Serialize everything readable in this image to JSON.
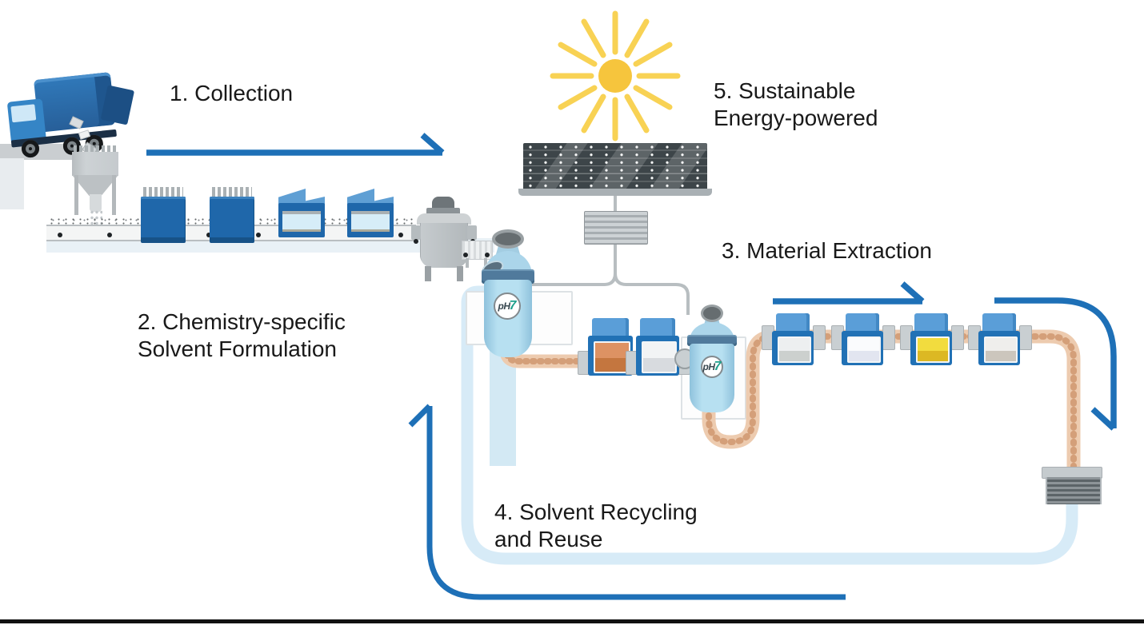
{
  "diagram": {
    "steps": [
      {
        "line1": "1. Collection",
        "line2": ""
      },
      {
        "line1": "2. Chemistry-specific",
        "line2": "Solvent Formulation"
      },
      {
        "line1": "3. Material Extraction",
        "line2": ""
      },
      {
        "line1": "4. Solvent Recycling",
        "line2": "and Reuse"
      },
      {
        "line1": "5. Sustainable",
        "line2": "Energy-powered"
      }
    ],
    "tank_logo": {
      "ph": "pH",
      "seven": "7"
    },
    "colors": {
      "arrow_blue": "#1e70b7",
      "machine_blue": "#1f67aa",
      "machine_blue_light": "#5f9fd4",
      "tank_blue": "#b7e0f1",
      "pipe_tan": "#edcbaf",
      "pipe_speckle": "rgba(191,124,77,0.55)",
      "solvent_pipe_blue": "#d7ebf7",
      "power_line_gray": "#b8bec1",
      "sun_yellow": "#f6c53d",
      "sun_ray_yellow": "#f8d254",
      "logo_teal": "#1fa08c"
    },
    "vessels": [
      {
        "label": "vessel-1-orange",
        "top": "#dd9263",
        "bottom": "#c4763f"
      },
      {
        "label": "vessel-2-white",
        "top": "#f2f4f5",
        "bottom": "#d8dbdf"
      },
      {
        "label": "vessel-3-gray",
        "top": "#edeff0",
        "bottom": "#ccd0ce"
      },
      {
        "label": "vessel-4-white",
        "top": "#fafbfd",
        "bottom": "#e2e5f0"
      },
      {
        "label": "vessel-5-yellow",
        "top": "#f2dc3e",
        "bottom": "#dcb823"
      },
      {
        "label": "vessel-6-gray",
        "top": "#efeeec",
        "bottom": "#ccc6bd"
      }
    ]
  }
}
